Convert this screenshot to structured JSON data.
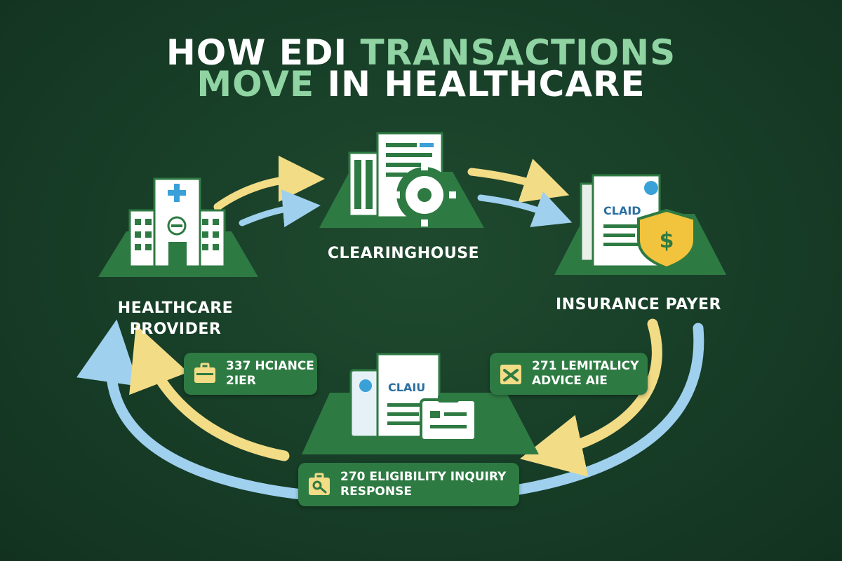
{
  "title": {
    "line1_white": "HOW EDI",
    "line1_green": "TRANSACTIONS",
    "line2_green": "MOVE",
    "line2_white": "IN HEALTHCARE"
  },
  "nodes": {
    "provider": {
      "line1": "HEALTHCARE",
      "line2": "PROVIDER"
    },
    "clearinghouse": {
      "label": "CLEARINGHOUSE"
    },
    "payer": {
      "label": "INSURANCE PAYER",
      "claim_card_text": "CLAID",
      "shield_symbol": "$"
    },
    "center": {
      "claim_card_text": "CLAIU"
    }
  },
  "tags": {
    "left": {
      "line1": "337 HCIANCE",
      "line2": "2IER"
    },
    "right": {
      "line1": "271 LEMITALICY",
      "line2": "ADVICE AIE"
    },
    "bottom": {
      "line1": "270 ELIGIBILITY INQUIRY",
      "line2": "RESPONSE"
    }
  },
  "colors": {
    "background": "#173d27",
    "platform": "#2e7a43",
    "arrow_yellow": "#f3dc86",
    "arrow_blue": "#9fd0ee",
    "title_green": "#8fd4a2",
    "icon_blue": "#3aa0d8",
    "shield_gold": "#f2c33c"
  }
}
